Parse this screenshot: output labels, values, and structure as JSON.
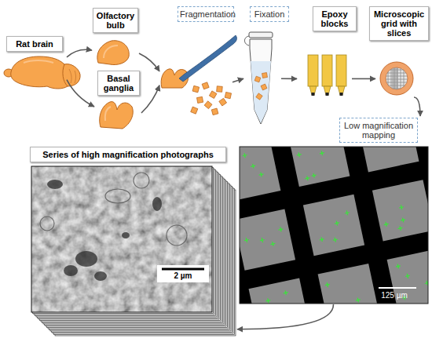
{
  "diagram": {
    "nodes": [
      {
        "text": [
          "Rat brain"
        ]
      },
      {
        "text": [
          "Olfactory bulb"
        ]
      },
      {
        "text": [
          "Basal ganglia"
        ]
      },
      {
        "text": [
          "Fragmentation"
        ]
      },
      {
        "text": [
          "Fixation"
        ]
      },
      {
        "text": [
          "Epoxy blocks"
        ]
      },
      {
        "text": [
          "Microscopic grid with slices"
        ]
      },
      {
        "text": [
          "Low magnification mapping"
        ]
      },
      {
        "text": [
          "Series of high magnification photographs"
        ]
      }
    ],
    "edges": [
      {
        "from": 0,
        "to": 1,
        "arrow": "to"
      },
      {
        "from": 0,
        "to": 2,
        "arrow": "to"
      },
      {
        "from": 1,
        "to": 3,
        "arrow": "to"
      },
      {
        "from": 2,
        "to": 3,
        "arrow": "to"
      },
      {
        "from": 3,
        "to": 4,
        "arrow": "to"
      },
      {
        "from": 4,
        "to": 5,
        "arrow": "to"
      },
      {
        "from": 5,
        "to": 6,
        "arrow": "to"
      },
      {
        "from": 6,
        "to": 7,
        "arrow": "to"
      },
      {
        "from": 7,
        "to": 8,
        "arrow": "to"
      }
    ],
    "labels": [
      "2 µm",
      "125 µm"
    ]
  }
}
